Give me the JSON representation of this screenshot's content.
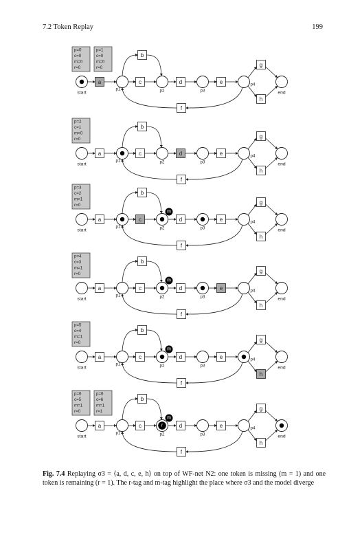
{
  "header": {
    "section": "7.2    Token Replay",
    "page_number": "199"
  },
  "labels": {
    "start": "start",
    "end": "end",
    "p1": "p1",
    "p2": "p2",
    "p3": "p3",
    "p4": "p4",
    "a": "a",
    "b": "b",
    "c": "c",
    "d": "d",
    "e": "e",
    "f": "f",
    "g": "g",
    "h": "h",
    "m_tag": "m",
    "r_tag": "r"
  },
  "panels": [
    {
      "counters": [
        [
          "p=0",
          "c=0",
          "m=0",
          "r=0"
        ],
        [
          "p=1",
          "c=0",
          "m=0",
          "r=0"
        ]
      ],
      "highlight": "a",
      "tokens": [
        "start"
      ],
      "m_tag": false,
      "r_tag": false
    },
    {
      "counters": [
        [
          "p=2",
          "c=1",
          "m=0",
          "r=0"
        ]
      ],
      "highlight": "d",
      "tokens": [
        "p1"
      ],
      "m_tag": false,
      "r_tag": false
    },
    {
      "counters": [
        [
          "p=3",
          "c=2",
          "m=1",
          "r=0"
        ]
      ],
      "highlight": "c",
      "tokens": [
        "p1",
        "p2",
        "p3"
      ],
      "m_tag": true,
      "r_tag": false
    },
    {
      "counters": [
        [
          "p=4",
          "c=3",
          "m=1",
          "r=0"
        ]
      ],
      "highlight": "e",
      "tokens": [
        "p2",
        "p3"
      ],
      "m_tag": true,
      "r_tag": false
    },
    {
      "counters": [
        [
          "p=5",
          "c=4",
          "m=1",
          "r=0"
        ]
      ],
      "highlight": "h",
      "tokens": [
        "p2",
        "p4"
      ],
      "m_tag": true,
      "r_tag": false
    },
    {
      "counters": [
        [
          "p=6",
          "c=5",
          "m=1",
          "r=0"
        ],
        [
          "p=6",
          "c=6",
          "m=1",
          "r=1"
        ]
      ],
      "highlight": "",
      "tokens": [
        "end"
      ],
      "m_tag": true,
      "r_tag": true
    }
  ],
  "caption": {
    "figno": "Fig. 7.4",
    "text": "Replaying σ3 = ⟨a, d, c, e, h⟩ on top of WF-net N2: one token is missing (m = 1) and one token is remaining (r = 1). The r-tag and m-tag highlight the place where σ3 and the model diverge"
  }
}
